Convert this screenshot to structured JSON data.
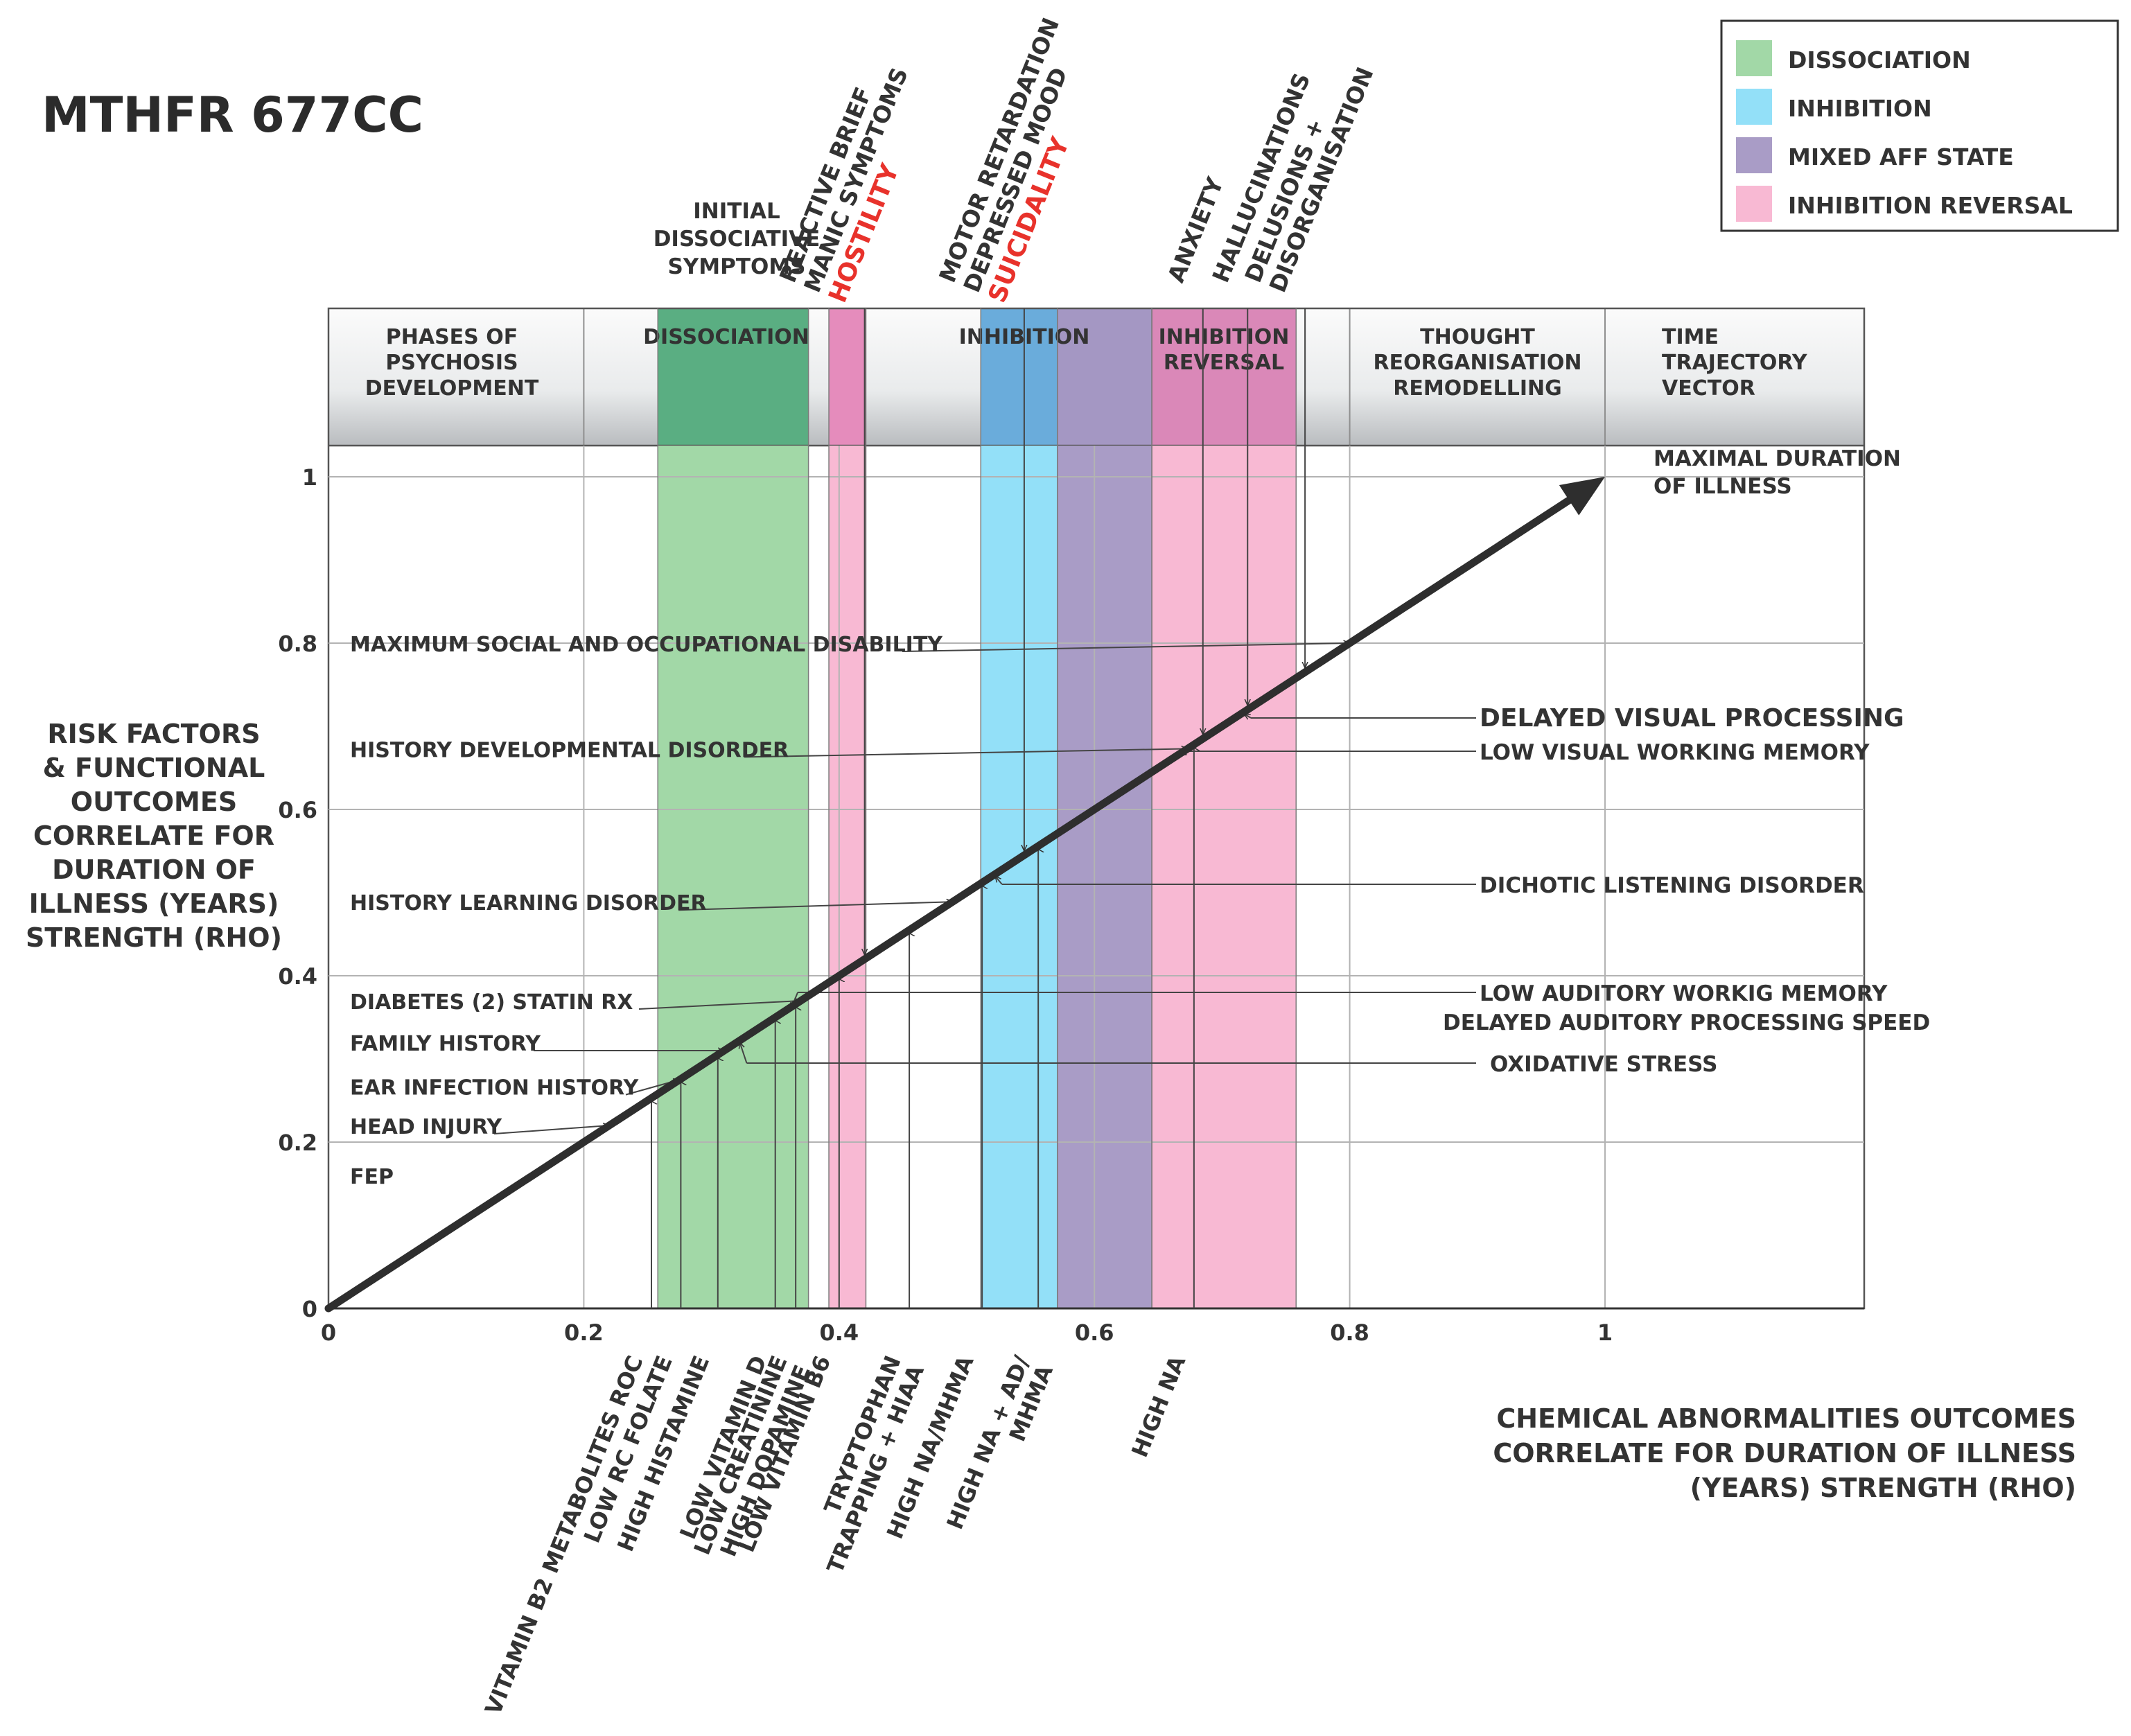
{
  "title": "MTHFR 677CC",
  "legend": [
    {
      "label": "DISSOCIATION",
      "color": "#a2d8a7"
    },
    {
      "label": "INHIBITION",
      "color": "#93e0f8"
    },
    {
      "label": "MIXED AFF STATE",
      "color": "#a99cc6"
    },
    {
      "label": "INHIBITION REVERSAL",
      "color": "#f8b9d3"
    }
  ],
  "y_axis_label": [
    "RISK FACTORS",
    "& FUNCTIONAL",
    "OUTCOMES",
    "CORRELATE FOR",
    "DURATION OF",
    "ILLNESS (YEARS)",
    "STRENGTH (RHO)"
  ],
  "x_axis_label": [
    "CHEMICAL ABNORMALITIES OUTCOMES",
    "CORRELATE FOR DURATION OF ILLNESS",
    "(YEARS) STRENGTH (RHO)"
  ],
  "phases": {
    "first": [
      "PHASES OF",
      "PSYCHOSIS",
      "DEVELOPMENT"
    ],
    "dissociation": "DISSOCIATION",
    "inhibition": "INHIBITION",
    "inhibition_reversal": [
      "INHIBITION",
      "REVERSAL"
    ],
    "thought": [
      "THOUGHT",
      "REORGANISATION",
      "REMODELLING"
    ],
    "time": [
      "TIME",
      "TRAJECTORY",
      "VECTOR"
    ]
  },
  "top_labels": {
    "initial": [
      "INITIAL",
      "DISSOCIATIVE",
      "SYMPTOMS"
    ],
    "rotated": [
      {
        "lines": [
          "REACTIVE BRIEF",
          "MANIC SYMPTOMS"
        ],
        "red": "HOSTILITY",
        "x": 0.42
      },
      {
        "lines": [
          "MOTOR RETARDATION",
          "DEPRESSED MOOD"
        ],
        "red": "SUICIDALITY",
        "x": 0.545
      },
      {
        "lines": [
          "ANXIETY"
        ],
        "x": 0.685
      },
      {
        "lines": [
          "HALLUCINATIONS"
        ],
        "x": 0.72
      },
      {
        "lines": [
          "DELUSIONS +",
          "DISORGANISATION"
        ],
        "x": 0.765
      }
    ]
  },
  "chart_data": {
    "type": "diagram",
    "x_ticks": [
      "0",
      "0.2",
      "0.4",
      "0.6",
      "0.8",
      "1"
    ],
    "y_ticks": [
      "0",
      "0.2",
      "0.4",
      "0.6",
      "0.8",
      "1"
    ],
    "xlim": [
      0,
      1.2
    ],
    "ylim": [
      0,
      1
    ],
    "bands": [
      {
        "phase": "DISSOCIATION",
        "x0": 0.258,
        "x1": 0.376,
        "color": "#a2d8a7",
        "header": "#5aae82"
      },
      {
        "phase": "INHIBITION REVERSAL",
        "x0": 0.392,
        "x1": 0.421,
        "color": "#f8b9d3",
        "header": "#e58cbc"
      },
      {
        "phase": "INHIBITION",
        "x0": 0.511,
        "x1": 0.571,
        "color": "#93e0f8",
        "header": "#6aacdb"
      },
      {
        "phase": "MIXED AFF STATE",
        "x0": 0.571,
        "x1": 0.645,
        "color": "#a99cc6",
        "header": "#a497c3"
      },
      {
        "phase": "INHIBITION REVERSAL",
        "x0": 0.645,
        "x1": 0.758,
        "color": "#f8b9d3",
        "header": "#da88b8"
      }
    ],
    "trajectory": {
      "from": [
        0,
        0
      ],
      "to": [
        1,
        1
      ]
    },
    "band_label": "MAXIMAL DURATION OF ILLNESS",
    "trajectory_label": [
      "MAXIMAL DURATION",
      "OF ILLNESS"
    ],
    "left_factors": [
      {
        "label": "MAXIMUM SOCIAL AND OCCUPATIONAL DISABILITY",
        "y": 0.8,
        "target_x": 0.8
      },
      {
        "label": "HISTORY DEVELOPMENTAL DISORDER",
        "y": 0.673,
        "target_x": 0.673
      },
      {
        "label": "HISTORY LEARNING DISORDER",
        "y": 0.489,
        "target_x": 0.489
      },
      {
        "label": "DIABETES (2) STATIN RX",
        "y": 0.37,
        "target_x": 0.37
      },
      {
        "label": "FAMILY HISTORY",
        "y": 0.32,
        "target_x": 0.31
      },
      {
        "label": "EAR INFECTION HISTORY",
        "y": 0.267,
        "target_x": 0.275
      },
      {
        "label": "HEAD INJURY",
        "y": 0.22,
        "target_x": 0.22
      },
      {
        "label": "FEP",
        "y": 0.16
      }
    ],
    "right_outcomes": [
      {
        "label": "DELAYED VISUAL PROCESSING",
        "y": 0.71,
        "target_x": 0.715
      },
      {
        "label": "LOW VISUAL WORKING MEMORY",
        "y": 0.67,
        "target_x": 0.665
      },
      {
        "label": "DICHOTIC LISTENING DISORDER",
        "y": 0.51,
        "target_x": 0.52
      },
      {
        "label": "LOW AUDITORY WORKIG MEMORY",
        "y": 0.38,
        "target_x": 0.36
      },
      {
        "label": "DELAYED AUDITORY PROCESSING SPEED",
        "y": 0.345
      },
      {
        "label": "OXIDATIVE STRESS",
        "y": 0.295,
        "target_x": 0.32
      }
    ],
    "chemicals": [
      {
        "lines": [
          "VITAMIN B2 METABOLITES ROC"
        ],
        "x": 0.253
      },
      {
        "lines": [
          "LOW RC FOLATE"
        ],
        "x": 0.276
      },
      {
        "lines": [
          "HIGH HISTAMINE"
        ],
        "x": 0.305
      },
      {
        "lines": [
          "LOW VITAMIN D"
        ],
        "x": 0.35
      },
      {
        "lines": [
          "LOW CREATININE",
          "HIGH DOPAMINE"
        ],
        "x": 0.366
      },
      {
        "lines": [
          "LOW VITAMIN B6"
        ],
        "x": 0.4
      },
      {
        "lines": [
          "TRYPTOPHAN",
          "TRAPPING + HIAA"
        ],
        "x": 0.455
      },
      {
        "lines": [
          "HIGH NA/MHMA"
        ],
        "x": 0.512
      },
      {
        "lines": [
          "HIGH NA + AD/",
          "MHMA"
        ],
        "x": 0.556
      },
      {
        "lines": [
          "HIGH NA"
        ],
        "x": 0.678
      }
    ]
  }
}
